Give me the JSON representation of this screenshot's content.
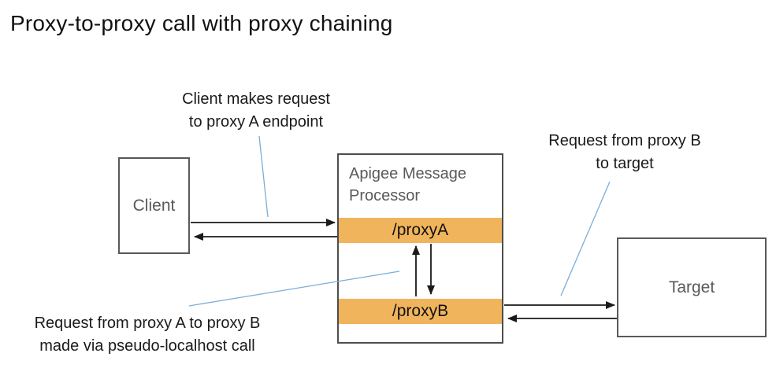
{
  "title": "Proxy-to-proxy call with proxy chaining",
  "nodes": {
    "client": {
      "label": "Client"
    },
    "processor": {
      "title": "Apigee Message Processor",
      "endpoints": [
        {
          "label": "/proxyA"
        },
        {
          "label": "/proxyB"
        }
      ]
    },
    "target": {
      "label": "Target"
    }
  },
  "annotations": {
    "client_request": "Client makes request\nto proxy A endpoint",
    "target_request": "Request from proxy B\nto target",
    "chain_request": "Request from proxy A to proxy B\nmade via pseudo-localhost call"
  },
  "colors": {
    "endpoint_bar": "#F0B45C",
    "annotation_line": "#7AADD9",
    "arrow": "#1A1A1A",
    "box_border": "#595959",
    "label_text": "#595959",
    "title_text": "#111111"
  }
}
